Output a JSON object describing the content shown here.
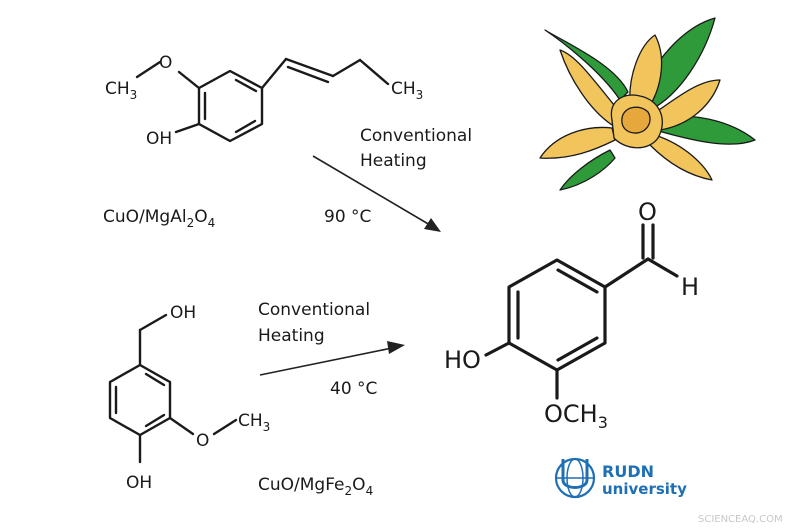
{
  "reaction1": {
    "substrate_labels": {
      "ch3_left_main": "CH",
      "ch3_left_sub": "3",
      "o": "O",
      "oh": "OH",
      "ch3_right_main": "CH",
      "ch3_right_sub": "3"
    },
    "conditions_line1": "Conventional",
    "conditions_line2": "Heating",
    "temperature": "90 °C",
    "catalyst": {
      "p1": "CuO/MgAl",
      "s1": "2",
      "p2": "O",
      "s2": "4"
    }
  },
  "reaction2": {
    "substrate_labels": {
      "oh_top": "OH",
      "o": "O",
      "ch3_main": "CH",
      "ch3_sub": "3",
      "oh_bottom": "OH"
    },
    "conditions_line1": "Conventional",
    "conditions_line2": "Heating",
    "temperature": "40 °C",
    "catalyst": {
      "p1": "CuO/MgFe",
      "s1": "2",
      "p2": "O",
      "s2": "4"
    }
  },
  "product": {
    "o": "O",
    "h": "H",
    "ho": "HO",
    "och3_main": "OCH",
    "och3_sub": "3"
  },
  "logo": {
    "line1": "RUDN",
    "line2": "university"
  },
  "watermark": "SCIENCEAQ.COM",
  "colors": {
    "text": "#1a1a1a",
    "petal": "#f2c55c",
    "leaf": "#2e9a3a",
    "logo_blue": "#1f6fb5"
  }
}
